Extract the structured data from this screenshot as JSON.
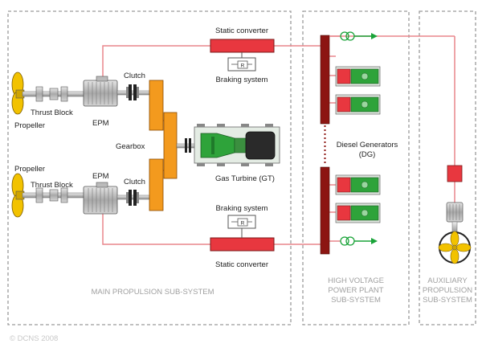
{
  "labels": {
    "static_converter_top": "Static converter",
    "braking_system_top": "Braking system",
    "braking_box_top": "R",
    "clutch_top": "Clutch",
    "thrust_block_top": "Thrust Block",
    "epm_top": "EPM",
    "propeller_top": "Propeller",
    "gearbox": "Gearbox",
    "gas_turbine": "Gas Turbine (GT)",
    "propeller_bottom": "Propeller",
    "thrust_block_bottom": "Thrust Block",
    "epm_bottom": "EPM",
    "clutch_bottom": "Clutch",
    "braking_system_bottom": "Braking system",
    "braking_box_bottom": "R",
    "static_converter_bottom": "Static converter",
    "diesel_generators_line1": "Diesel Generators",
    "diesel_generators_line2": "(DG)"
  },
  "sections": {
    "main_propulsion": "MAIN PROPULSION SUB-SYSTEM",
    "hv_line1": "HIGH VOLTAGE",
    "hv_line2": "POWER PLANT",
    "hv_line3": "SUB-SYSTEM",
    "aux_line1": "AUXILIARY",
    "aux_line2": "PROPULSION",
    "aux_line3": "SUB-SYSTEM"
  },
  "copyright": "© DCNS 2008",
  "colors": {
    "power_line": "#e9868c",
    "converter_fill": "#e8373f",
    "gearbox_fill": "#f39a1e",
    "busbar_fill": "#8c1512",
    "turbine_fill": "#2ea33a",
    "generator_green": "#19a338",
    "dashed_border": "#999999"
  }
}
